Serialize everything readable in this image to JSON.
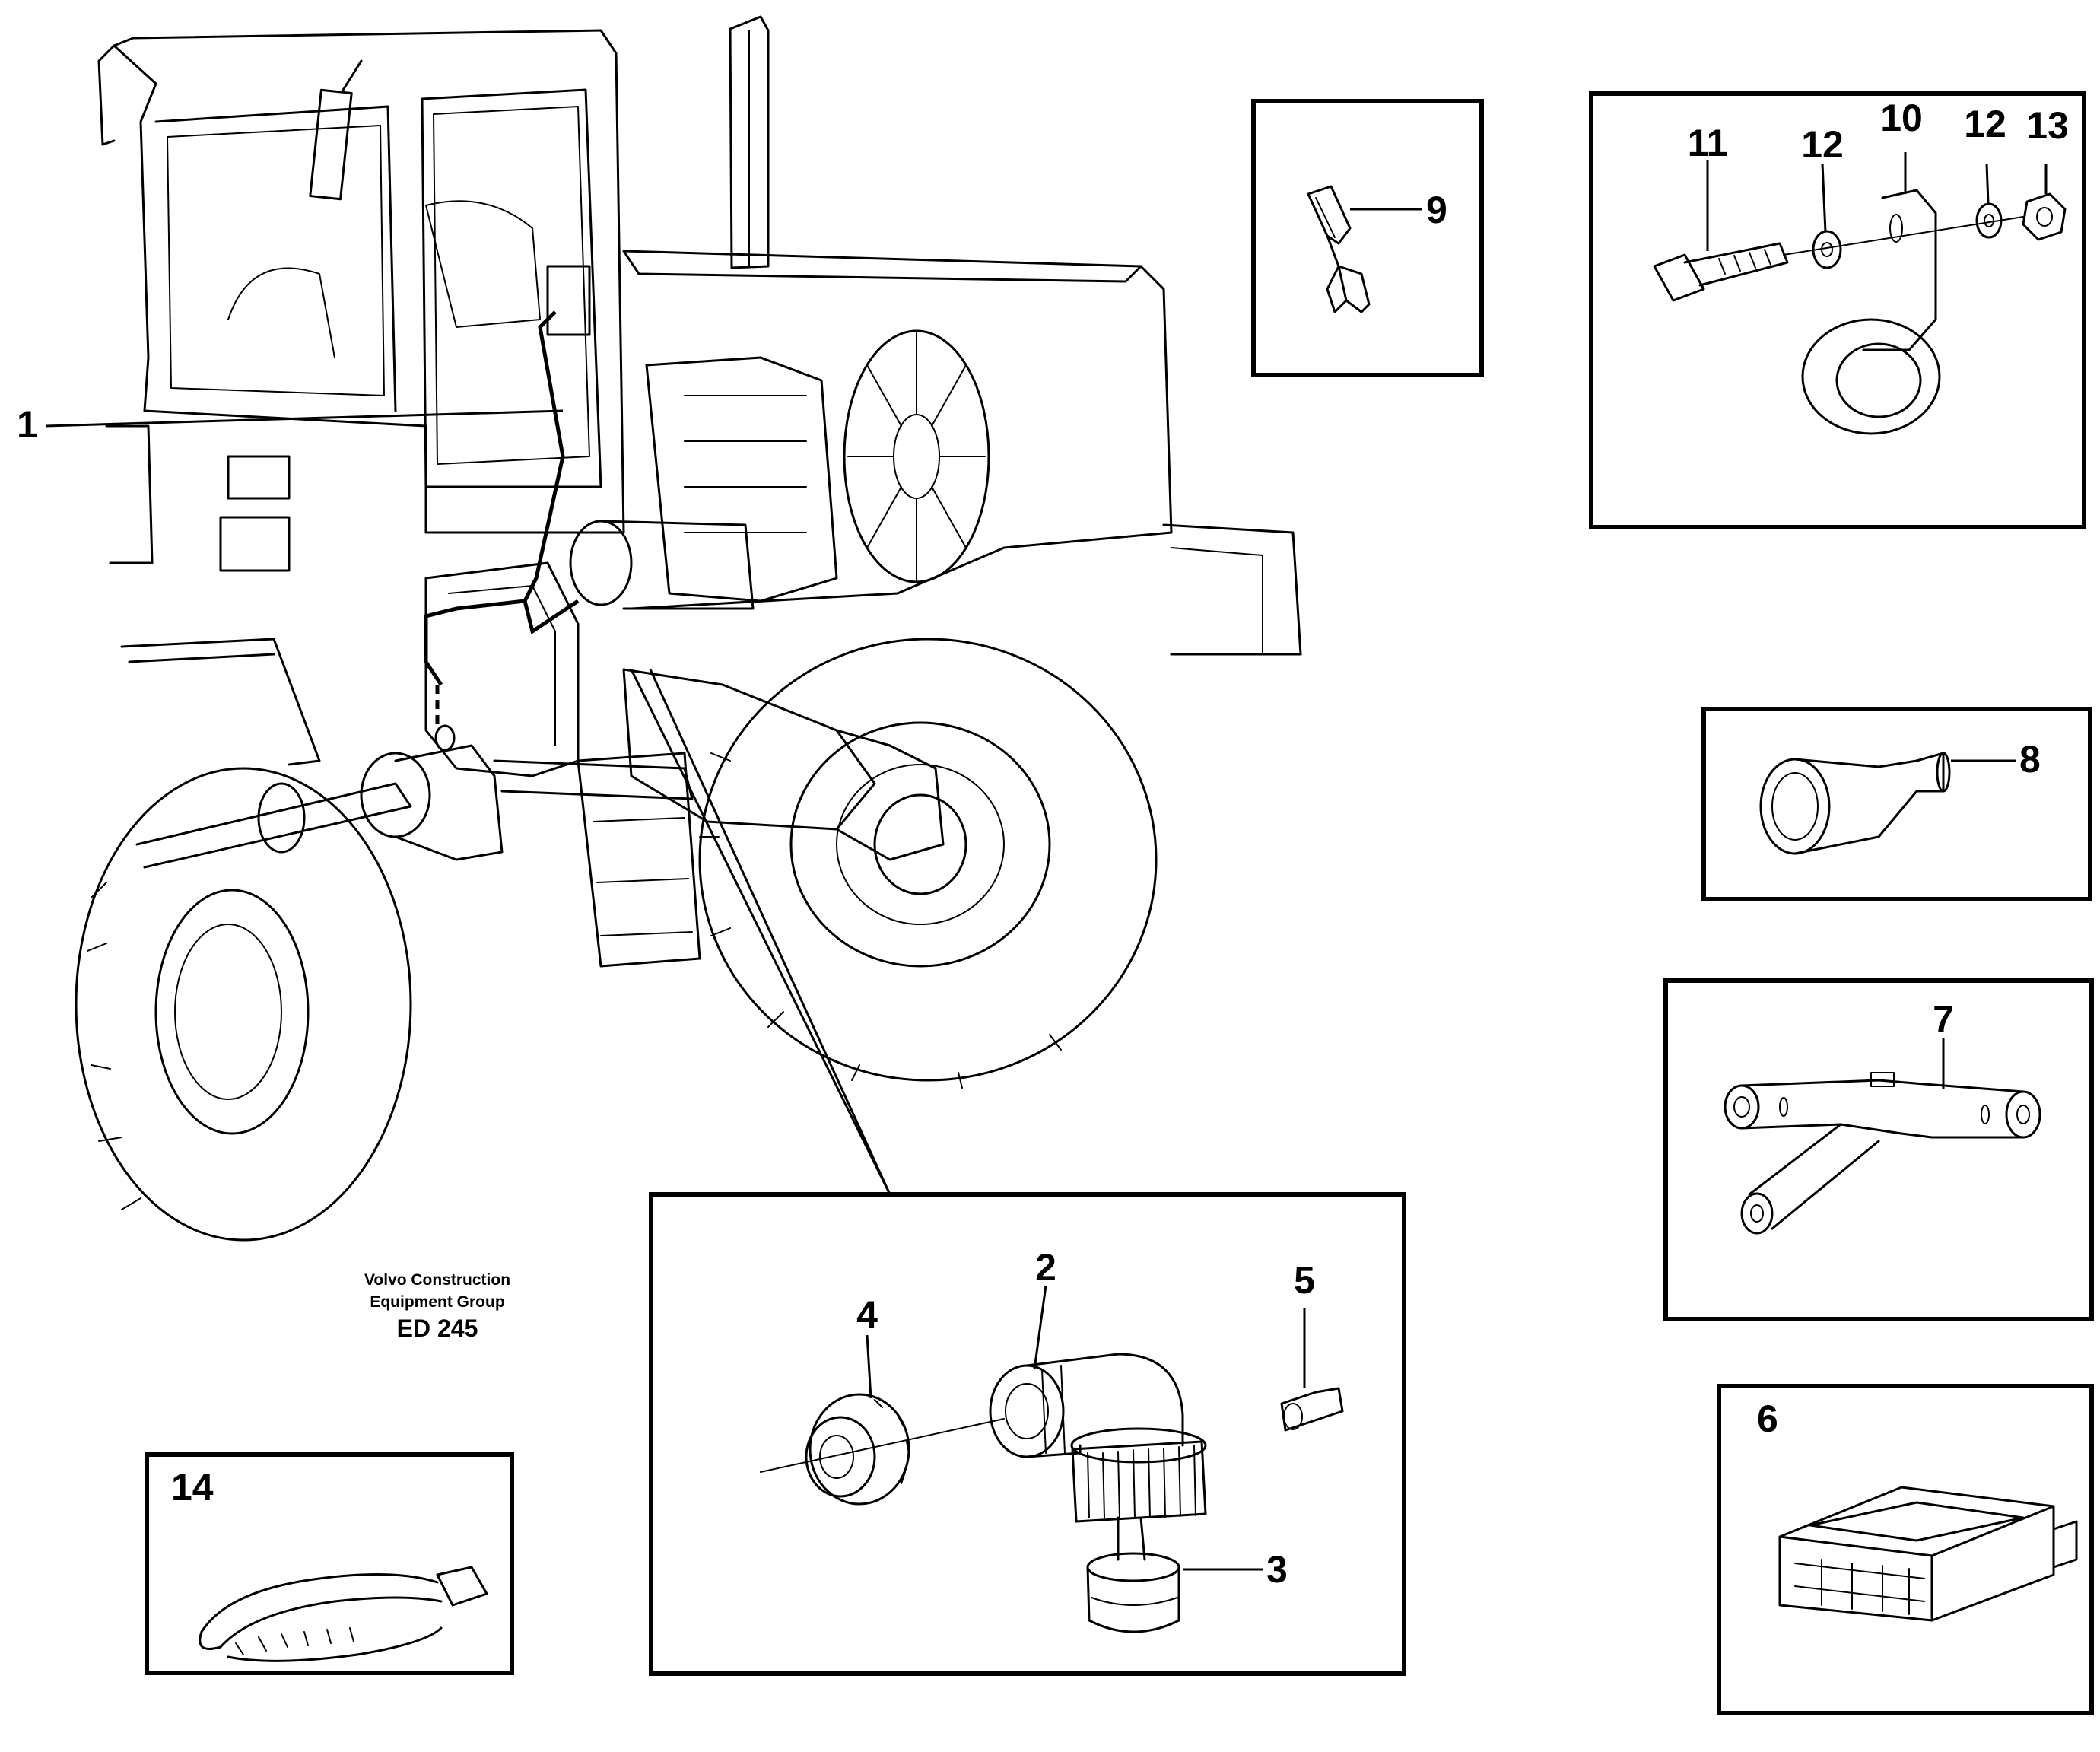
{
  "callouts": {
    "c1": "1",
    "c2": "2",
    "c3": "3",
    "c4": "4",
    "c5": "5",
    "c6": "6",
    "c7": "7",
    "c8": "8",
    "c9": "9",
    "c10": "10",
    "c11": "11",
    "c12a": "12",
    "c12b": "12",
    "c13": "13",
    "c14": "14"
  },
  "credit": {
    "line1": "Volvo Construction",
    "line2": "Equipment Group",
    "code": "ED 245"
  },
  "icons": {
    "loader": "wheel-loader-icon",
    "terminal": "flat-terminal-icon",
    "clamp": "rubber-clamp-icon",
    "sleeve": "rubber-sleeve-icon",
    "branch": "y-branch-hose-icon",
    "connector": "connector-housing-icon",
    "sensor": "sensor-elbow-icon",
    "strap": "cable-tie-icon"
  }
}
